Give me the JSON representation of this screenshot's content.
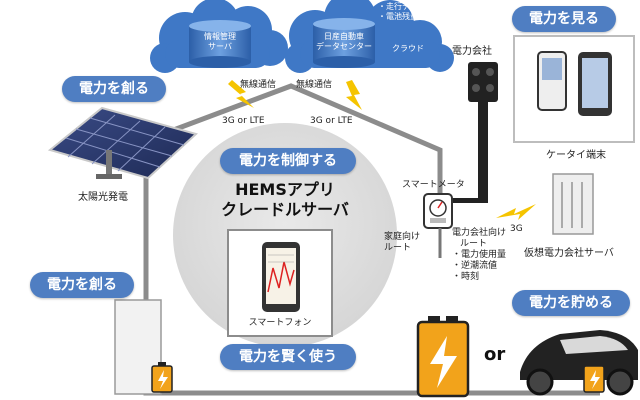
{
  "clouds": {
    "info_server": [
      "情報管理",
      "サーバ"
    ],
    "nissan_center": [
      "日産自動車",
      "データセンター"
    ],
    "cloud_label": "クラウド",
    "data_items": [
      "・走行データ",
      "・電池残量"
    ]
  },
  "wireless": [
    {
      "label": "無線通信",
      "network": "3G or LTE"
    },
    {
      "label": "無線通信",
      "network": "3G or LTE"
    }
  ],
  "power_company": "電力会社",
  "mobile_label": "ケータイ端末",
  "virtual_server": "仮想電力会社サーバ",
  "virtual_network": "3G",
  "solar": "太陽光発電",
  "smart_meter": "スマートメータ",
  "home_route": [
    "家庭向け",
    "ルート"
  ],
  "company_route": {
    "title": [
      "電力会社向け",
      "ルート"
    ],
    "items": [
      "・電力使用量",
      "・逆潮流値",
      "・時刻"
    ]
  },
  "hems": [
    "HEMSアプリ",
    "クレードルサーバ"
  ],
  "smartphone": "スマートフォン",
  "or_text": "or",
  "pills": {
    "create_top": "電力を創る",
    "create_bottom": "電力を創る",
    "control": "電力を制御する",
    "smart_use": "電力を賢く使う",
    "view": "電力を見る",
    "store": "電力を貯める"
  },
  "colors": {
    "pill_blue": "#4f7ec2",
    "cloud_blue": "#3f78c6",
    "house_gray": "#8c8c8c",
    "battery_orange": "#f2a31b",
    "bolt_yellow": "#f5c400"
  }
}
